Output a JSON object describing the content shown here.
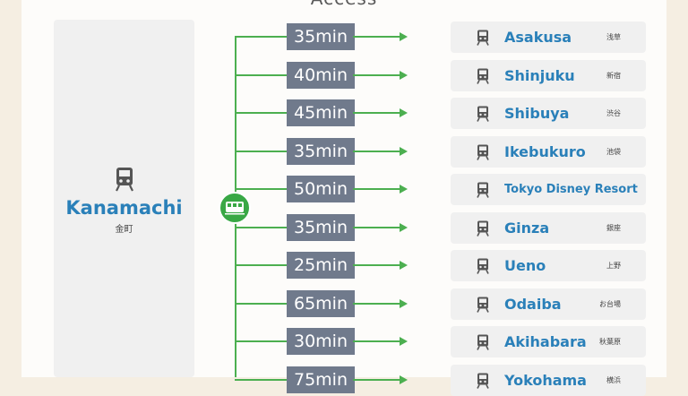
{
  "heading": "Access",
  "origin": {
    "name": "Kanamachi",
    "kanji": "金町",
    "icon": "train-icon"
  },
  "hub_icon": "train-car-icon",
  "routes": [
    {
      "time": "35min",
      "name": "Asakusa",
      "kanji": "浅草"
    },
    {
      "time": "40min",
      "name": "Shinjuku",
      "kanji": "新宿"
    },
    {
      "time": "45min",
      "name": "Shibuya",
      "kanji": "渋谷"
    },
    {
      "time": "35min",
      "name": "Ikebukuro",
      "kanji": "池袋"
    },
    {
      "time": "50min",
      "name": "Tokyo Disney Resort",
      "kanji": ""
    },
    {
      "time": "35min",
      "name": "Ginza",
      "kanji": "銀座"
    },
    {
      "time": "25min",
      "name": "Ueno",
      "kanji": "上野"
    },
    {
      "time": "65min",
      "name": "Odaiba",
      "kanji": "お台場"
    },
    {
      "time": "30min",
      "name": "Akihabara",
      "kanji": "秋葉原"
    },
    {
      "time": "75min",
      "name": "Yokohama",
      "kanji": "横浜"
    }
  ],
  "colors": {
    "accent": "#2a80b9",
    "line": "#4caf50",
    "hub": "#39a845",
    "time_badge": "#707a8c"
  }
}
